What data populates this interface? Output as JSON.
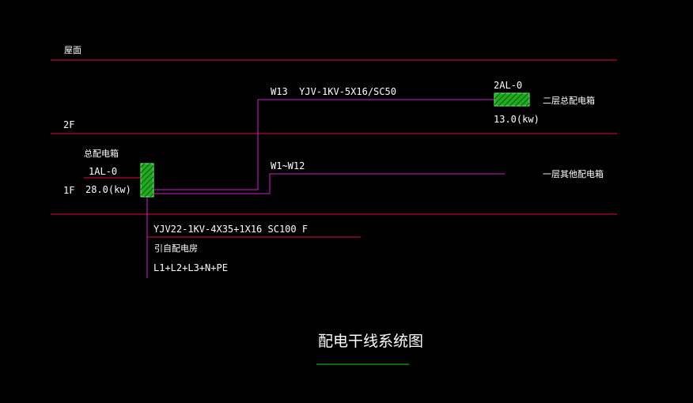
{
  "colors": {
    "background": "#000000",
    "floor_line": "#e0103a",
    "feeder_line": "#d020d0",
    "panel_fill": "#22aa22",
    "panel_border": "#66ff66",
    "text": "#ffffff",
    "title_underline": "#22cc22"
  },
  "floors": {
    "roof": "屋面",
    "second": "2F",
    "first": "1F"
  },
  "main_panel": {
    "header": "总配电箱",
    "id": "1AL-0",
    "load": "28.0(kw)"
  },
  "second_panel": {
    "id": "2AL-0",
    "load": "13.0(kw)",
    "name": "二层总配电箱"
  },
  "feeders": {
    "w13": "W13  YJV-1KV-5X16/SC50",
    "w1_w12": "W1~W12",
    "w1_w12_target": "一层其他配电箱"
  },
  "incoming": {
    "cable": "YJV22-1KV-4X35+1X16 SC100 F",
    "source": "引自配电房",
    "phases": "L1+L2+L3+N+PE"
  },
  "title": "配电干线系统图"
}
